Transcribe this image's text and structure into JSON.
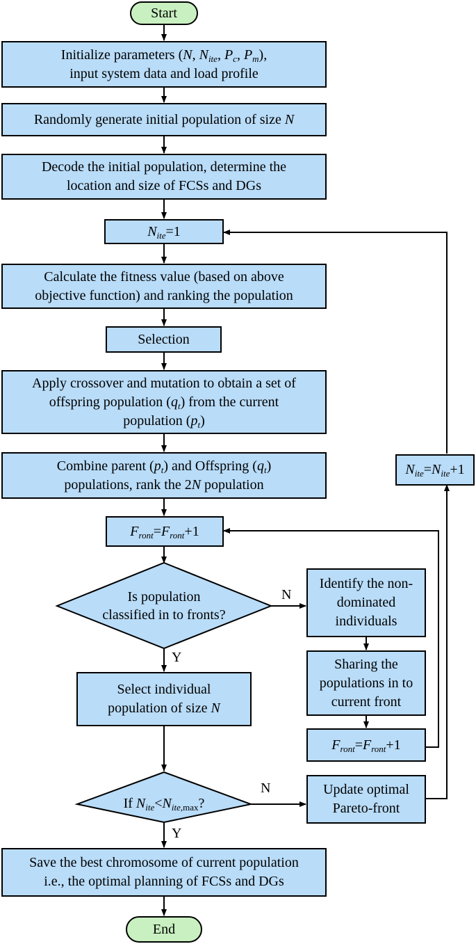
{
  "flowchart": {
    "start": "Start",
    "end": "End",
    "init": {
      "line1_pre": "Initialize parameters (",
      "n": "N",
      "sep1": ", ",
      "n_ite_base": "N",
      "n_ite_sub": "ite",
      "sep2": ", ",
      "pc_base": "P",
      "pc_sub": "c",
      "sep3": ", ",
      "pm_base": "P",
      "pm_sub": "m",
      "line1_post": "),",
      "line2": "input system data and load profile"
    },
    "generate": {
      "text": "Randomly generate initial population of size ",
      "n": "N"
    },
    "decode": {
      "line1": "Decode the initial population, determine the",
      "line2": "location and size of FCSs and DGs"
    },
    "iter_init": {
      "base": "N",
      "sub": "ite",
      "rest": "=1"
    },
    "fitness": {
      "line1": "Calculate the fitness value (based on above",
      "line2": "objective function) and ranking the population"
    },
    "selection": "Selection",
    "crossover": {
      "line1": "Apply crossover and mutation to obtain a set of",
      "line2_pre": "offspring population (",
      "q": "q",
      "q_sub": "t",
      "line2_post": ") from the current",
      "line3_pre": "population (",
      "p": "p",
      "p_sub": "t",
      "line3_post": ")"
    },
    "combine": {
      "line1_pre": "Combine parent (",
      "p": "p",
      "p_sub": "t",
      "line1_mid": ") and Offspring (",
      "q": "q",
      "q_sub": "t",
      "line1_post": ")",
      "line2_pre": "populations, rank the 2",
      "n": "N",
      "line2_post": " population"
    },
    "front_inc": {
      "lhs_base": "F",
      "lhs_sub": "ront",
      "eq": "=",
      "rhs_base": "F",
      "rhs_sub": "ront",
      "rest": "+1"
    },
    "decision_front": {
      "line1": "Is population",
      "line2": "classified in to fronts?"
    },
    "identify": {
      "line1": "Identify the non-",
      "line2": "dominated",
      "line3": "individuals"
    },
    "sharing": {
      "line1": "Sharing the",
      "line2": "populations in to",
      "line3": "current front"
    },
    "front_inc2": {
      "lhs_base": "F",
      "lhs_sub": "ront",
      "eq": "=",
      "rhs_base": "F",
      "rhs_sub": "ront",
      "rest": "+1"
    },
    "select_individual": {
      "line1": "Select individual",
      "line2_pre": "population of size ",
      "n": "N"
    },
    "decision_iter": {
      "pre": "If ",
      "n_base": "N",
      "n_sub": "ite",
      "lt": "<",
      "m_base": "N",
      "m_sub": "ite,",
      "m_sub2": "max",
      "post": "?"
    },
    "update": {
      "line1": "Update optimal",
      "line2": "Pareto-front"
    },
    "iter_inc": {
      "lhs_base": "N",
      "lhs_sub": "ite",
      "eq": "=",
      "rhs_base": "N",
      "rhs_sub": "ite",
      "rest": "+1"
    },
    "save": {
      "line1": "Save the best chromosome of current population",
      "line2": "i.e., the optimal planning of FCSs and DGs"
    },
    "labels": {
      "n1": "N",
      "y1": "Y",
      "n2": "N",
      "y2": "Y"
    }
  },
  "colors": {
    "process_fill": "#b9dcf8",
    "terminal_fill": "#c8f0c0",
    "stroke": "#000000"
  }
}
